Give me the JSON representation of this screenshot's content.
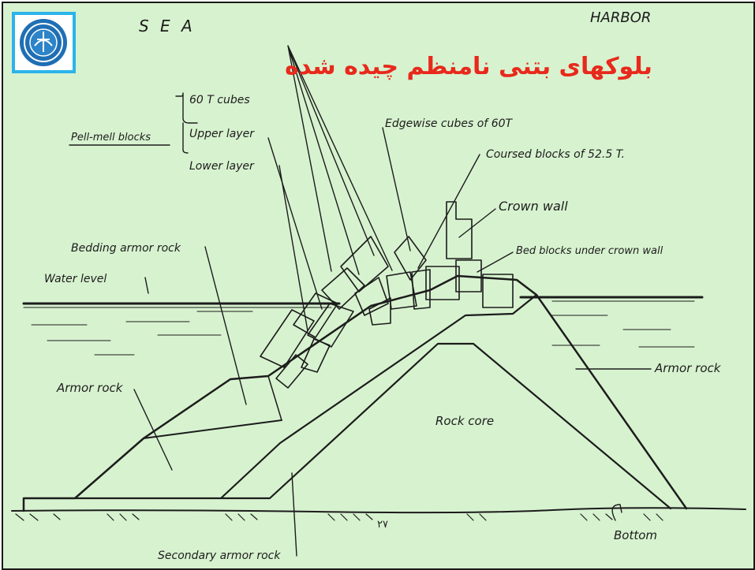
{
  "slide": {
    "title": "بلوکهای بتنی نامنظم چیده شده",
    "page_number": "۲۷",
    "logo_name": "university-seal-icon",
    "colors": {
      "background": "#d7f2cf",
      "title": "#e8291c",
      "ink": "#1c1c1c",
      "logo_frame": "#2bb4ea"
    }
  },
  "diagram": {
    "sides": {
      "sea": "S E A",
      "harbor": "HARBOR"
    },
    "labels": {
      "pell_mell": "Pell-mell blocks",
      "cubes_60t": "60 T cubes",
      "upper_layer": "Upper layer",
      "lower_layer": "Lower layer",
      "edgewise": "Edgewise cubes of 60T",
      "coursed": "Coursed blocks of 52.5 T.",
      "crown_wall": "Crown wall",
      "bed_blocks": "Bed blocks under crown wall",
      "bedding_armor": "Bedding armor rock",
      "water_level": "Water level",
      "armor_rock_left": "Armor rock",
      "armor_rock_right": "Armor rock",
      "rock_core": "Rock core",
      "secondary_armor": "Secondary armor rock",
      "bottom": "Bottom"
    }
  }
}
